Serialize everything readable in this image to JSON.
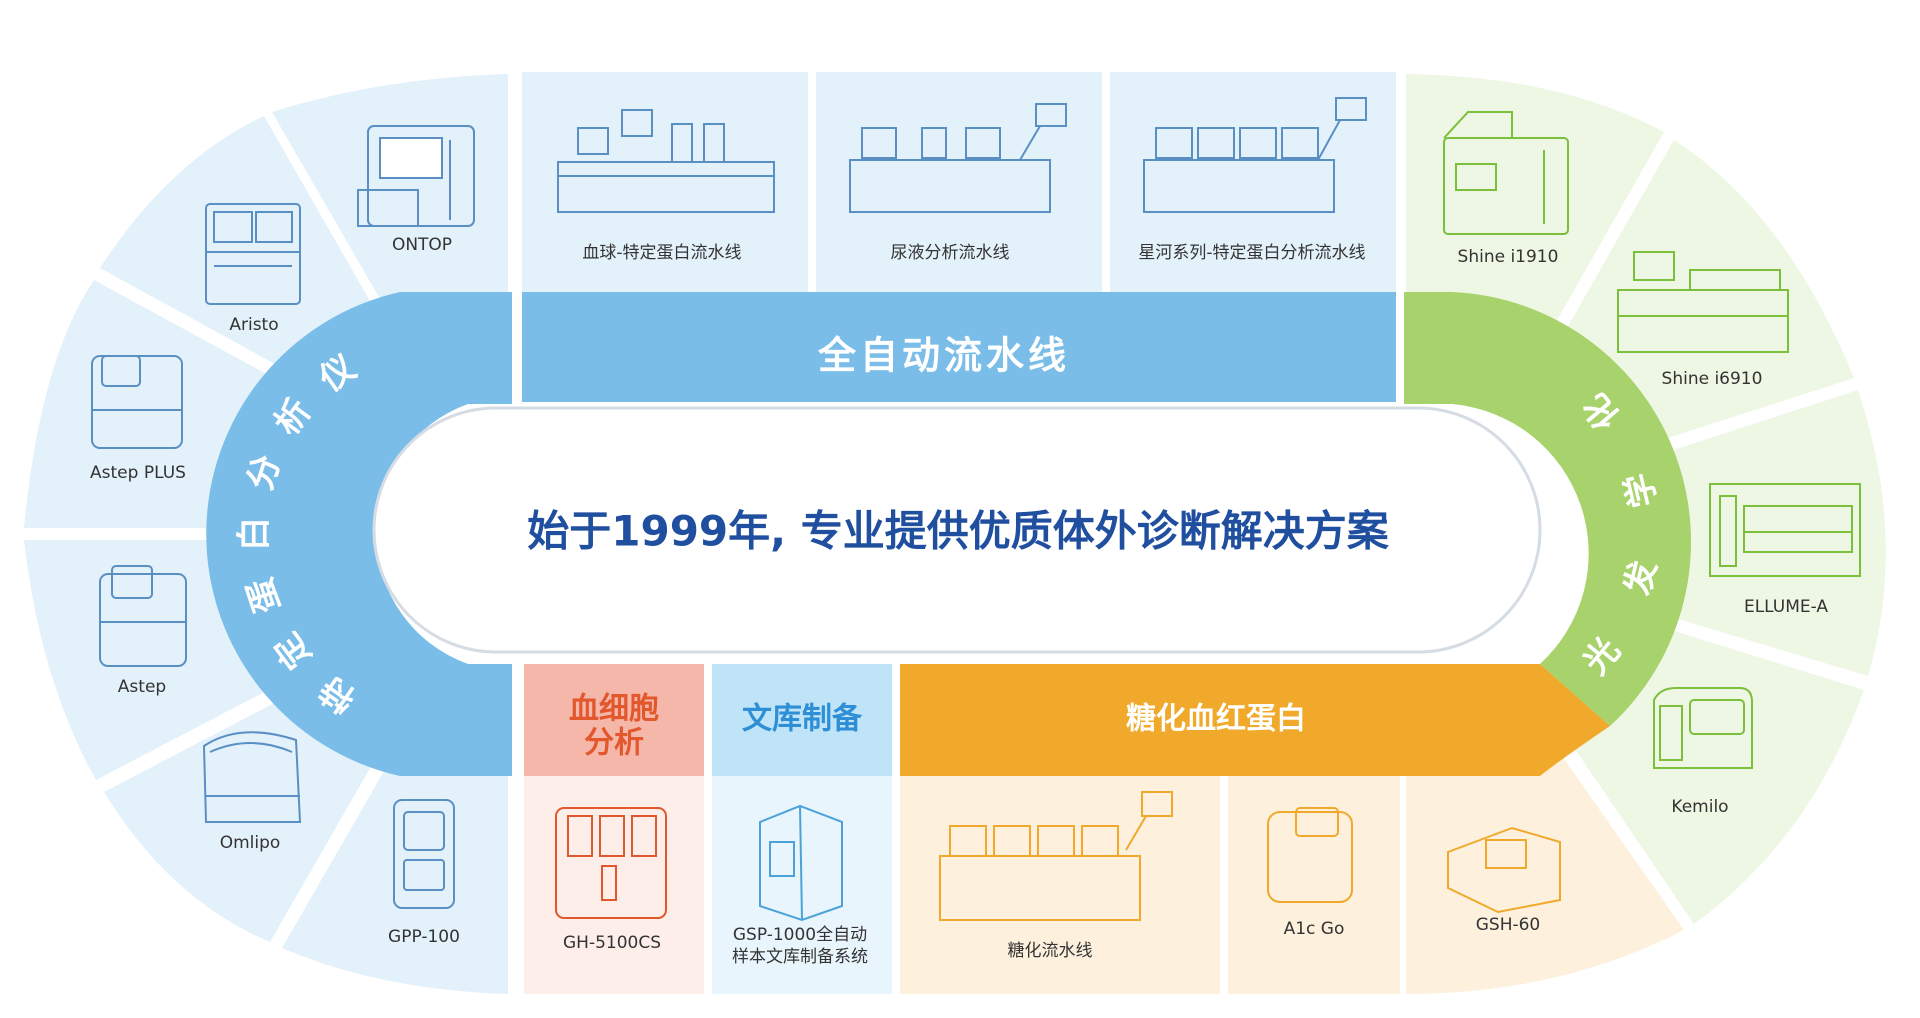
{
  "headline": "始于1999年, 专业提供优质体外诊断解决方案",
  "categories": {
    "protein": "特定蛋白分析仪",
    "pipeline": "全自动流水线",
    "chemi": "化学发光",
    "blood": "血细胞分析",
    "library": "文库制备",
    "hba1c": "糖化血红蛋白"
  },
  "products": {
    "ontop": "ONTOP",
    "aristo": "Aristo",
    "astep_plus": "Astep PLUS",
    "astep": "Astep",
    "omlipo": "Omlipo",
    "gpp100": "GPP-100",
    "line_blood_protein": "血球-特定蛋白流水线",
    "line_urine": "尿液分析流水线",
    "line_xinghe": "星河系列-特定蛋白分析流水线",
    "shine_i1910": "Shine i1910",
    "shine_i6910": "Shine i6910",
    "ellume_a": "ELLUME-A",
    "kemilo": "Kemilo",
    "gh5100cs": "GH-5100CS",
    "gsp1000_l1": "GSP-1000全自动",
    "gsp1000_l2": "样本文库制备系统",
    "line_hba1c": "糖化流水线",
    "a1c_go": "A1c Go",
    "gsh60": "GSH-60"
  },
  "colors": {
    "blue_band": "#7bbde9",
    "blue_tile": "#e3f1fb",
    "green_band": "#a8d26c",
    "green_tile": "#eef6e4",
    "orange_band": "#f0a92a",
    "orange_tile": "#fdf1de",
    "salmon_band": "#f4b7aa",
    "salmon_tile": "#fdeeea",
    "lightblue_band": "#bfe3f7",
    "headline": "#1f4f9e"
  }
}
